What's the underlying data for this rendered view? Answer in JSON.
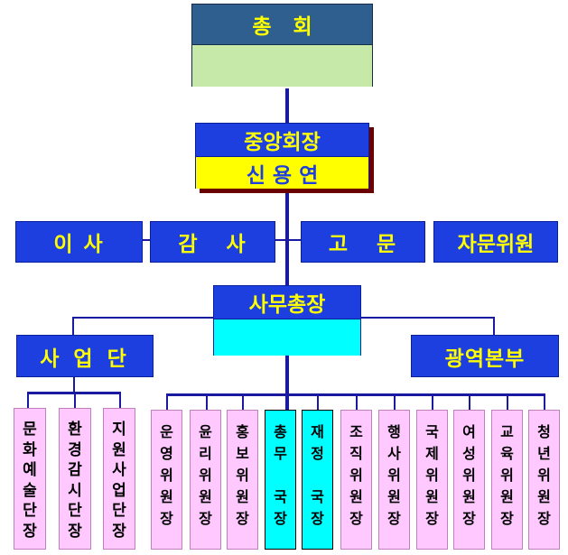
{
  "assembly": {
    "title": "총   회",
    "header_color": "#2f5f8f",
    "body_color": "#c6e8a8"
  },
  "chairman": {
    "title": "중앙회장",
    "name": "신 용 연",
    "title_color": "#1d3fe0",
    "name_color": "#ffff00"
  },
  "advisors": [
    {
      "label": "이 사"
    },
    {
      "label": "감   사"
    },
    {
      "label": "고   문"
    },
    {
      "label": "자문위원"
    }
  ],
  "secretary": {
    "title": "사무총장",
    "sub_color": "#00ffff"
  },
  "business_group": {
    "title": "사 업 단"
  },
  "regional": {
    "title": "광역본부"
  },
  "business_units": [
    {
      "chars": [
        "문",
        "화",
        "예",
        "술",
        "단",
        "장"
      ]
    },
    {
      "chars": [
        "환",
        "경",
        "감",
        "시",
        "단",
        "장"
      ]
    },
    {
      "chars": [
        "지",
        "원",
        "사",
        "업",
        "단",
        "장"
      ]
    }
  ],
  "committees": [
    {
      "chars": [
        "운",
        "영",
        "위",
        "원",
        "장"
      ],
      "style": "pink"
    },
    {
      "chars": [
        "윤",
        "리",
        "위",
        "원",
        "장"
      ],
      "style": "pink"
    },
    {
      "chars": [
        "홍",
        "보",
        "위",
        "원",
        "장"
      ],
      "style": "pink"
    },
    {
      "chars": [
        "총",
        "무",
        "",
        "국",
        "장"
      ],
      "style": "cyan"
    },
    {
      "chars": [
        "재",
        "정",
        "",
        "국",
        "장"
      ],
      "style": "cyan"
    },
    {
      "chars": [
        "조",
        "직",
        "위",
        "원",
        "장"
      ],
      "style": "pink"
    },
    {
      "chars": [
        "행",
        "사",
        "위",
        "원",
        "장"
      ],
      "style": "pink"
    },
    {
      "chars": [
        "국",
        "제",
        "위",
        "원",
        "장"
      ],
      "style": "pink"
    },
    {
      "chars": [
        "여",
        "성",
        "위",
        "원",
        "장"
      ],
      "style": "pink"
    },
    {
      "chars": [
        "교",
        "육",
        "위",
        "원",
        "장"
      ],
      "style": "pink"
    },
    {
      "chars": [
        "청",
        "년",
        "위",
        "원",
        "장"
      ],
      "style": "pink"
    }
  ]
}
